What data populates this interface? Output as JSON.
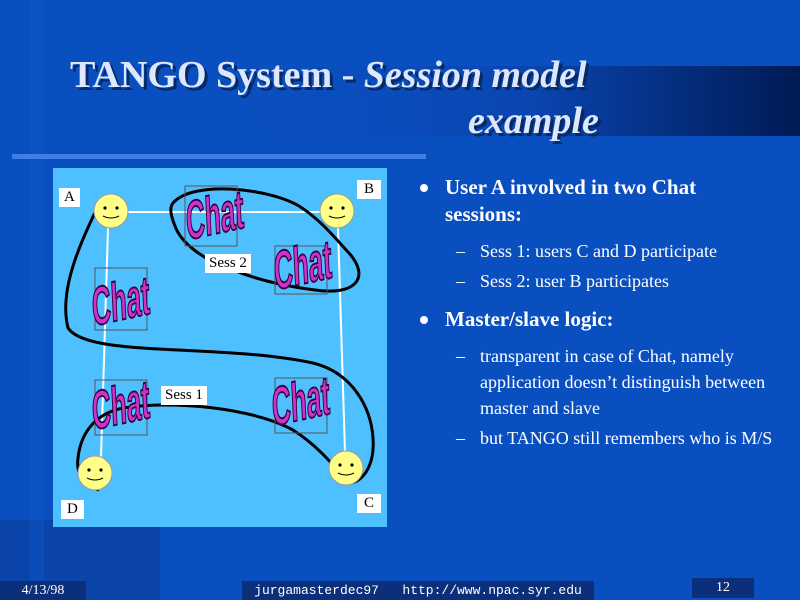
{
  "slide": {
    "title_bold": "TANGO System - ",
    "title_italic_1": "Session model",
    "title_italic_2": "example"
  },
  "diagram": {
    "node_a": "A",
    "node_b": "B",
    "node_c": "C",
    "node_d": "D",
    "session_1": "Sess 1",
    "session_2": "Sess 2",
    "chat_label": "Chat"
  },
  "bullets": [
    {
      "text": "User A involved in two Chat sessions:",
      "subitems": [
        "Sess 1: users C and D participate",
        "Sess 2: user B participates"
      ]
    },
    {
      "text": "Master/slave logic:",
      "subitems": [
        "transparent in case of Chat, namely application doesn’t distinguish between master and slave",
        "but TANGO still remembers who is M/S"
      ]
    }
  ],
  "footer": {
    "date": "4/13/98",
    "source": "jurgamasterdec97",
    "url": "http://www.npac.syr.edu",
    "page": "12"
  },
  "colors": {
    "background": "#0a4fc0",
    "diagram_panel": "#4fc0ff",
    "chat_text": "#cc33cc",
    "smiley": "#ffff88"
  }
}
